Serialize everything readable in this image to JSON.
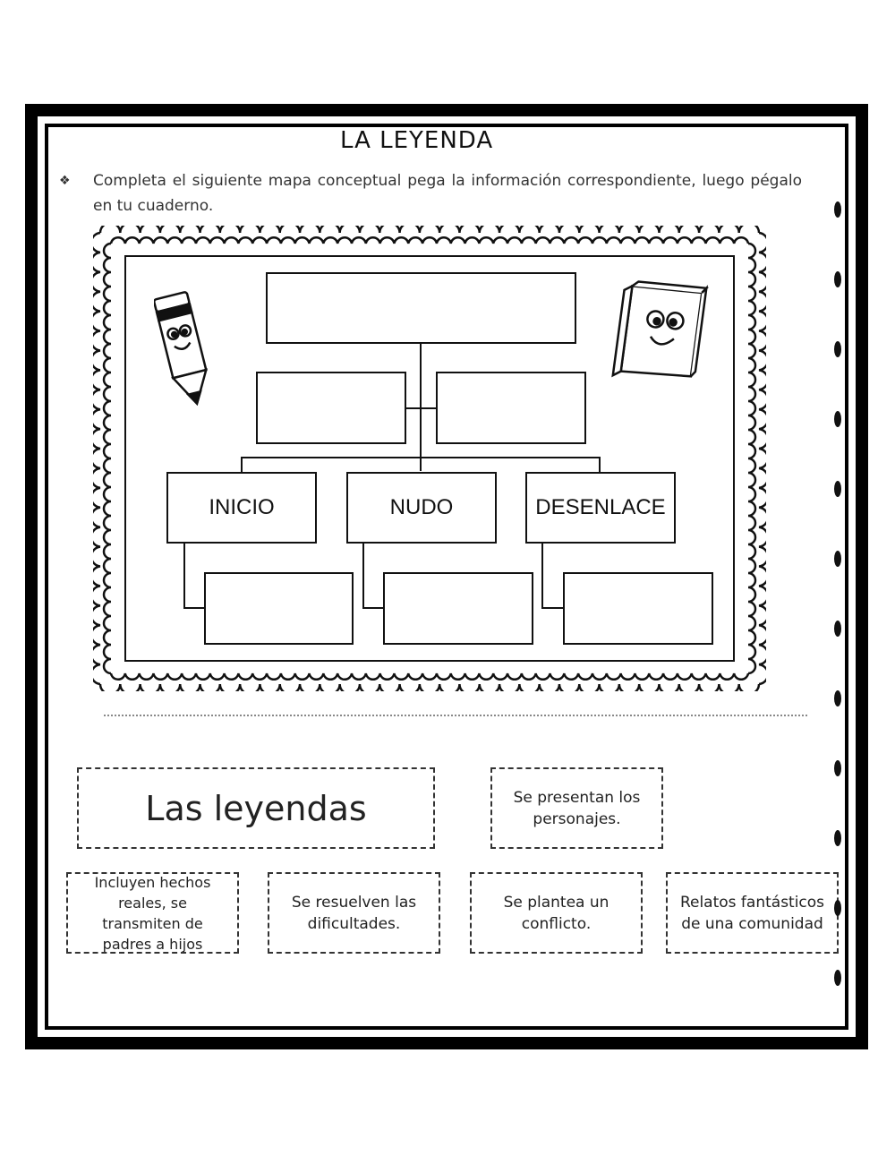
{
  "worksheet": {
    "title": "LA LEYENDA",
    "instruction": "Completa el siguiente mapa conceptual pega la información correspondiente, luego pégalo en tu cuaderno.",
    "bullet_icon": "diamond-bullet-icon"
  },
  "concept_map": {
    "parts": [
      {
        "label": "INICIO"
      },
      {
        "label": "NUDO"
      },
      {
        "label": "DESENLACE"
      }
    ],
    "decorations": [
      "pencil-character-icon",
      "book-character-icon"
    ]
  },
  "cards": [
    {
      "text": "Las leyendas"
    },
    {
      "text": "Se presentan los personajes."
    },
    {
      "text": "Incluyen hechos reales, se transmiten de padres a hijos"
    },
    {
      "text": "Se resuelven las dificultades."
    },
    {
      "text": "Se plantea un conflicto."
    },
    {
      "text": "Relatos fantásticos de una comunidad"
    }
  ]
}
